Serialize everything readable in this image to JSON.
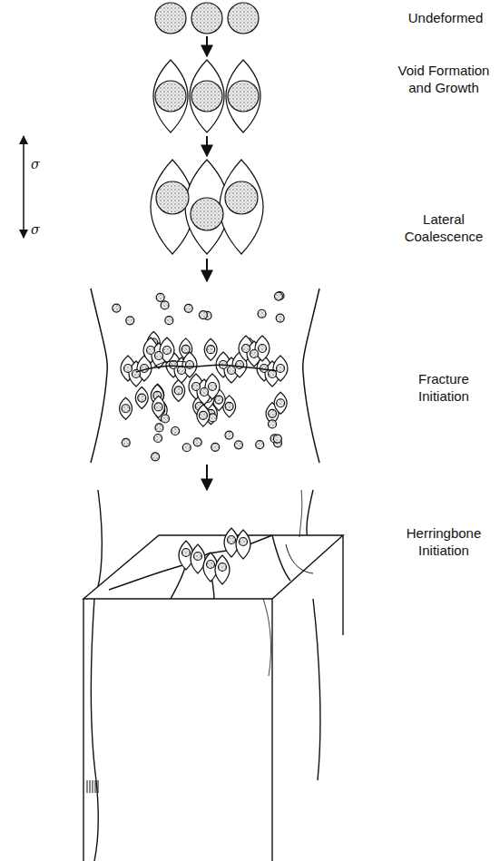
{
  "diagram": {
    "labels": [
      "Undeformed",
      "Void Formation and Growth",
      "Lateral Coalescence",
      "Fracture Initiation",
      "Herringbone Initiation",
      "σ",
      "σ"
    ]
  }
}
